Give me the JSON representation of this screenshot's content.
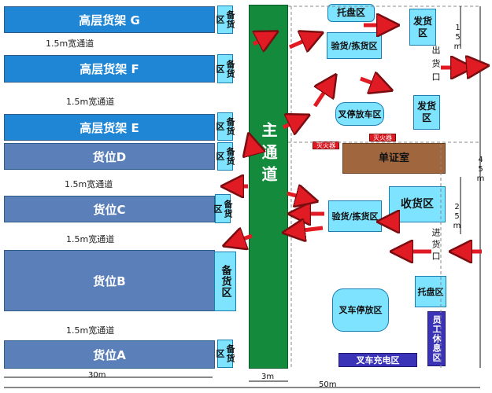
{
  "racks": {
    "g": "高层货架 G",
    "f": "高层货架 F",
    "e": "高层货架 E",
    "d": "货位D",
    "c": "货位C",
    "b": "货位B",
    "a": "货位A"
  },
  "aisles": {
    "a1": "1.5m宽通道",
    "a2": "1.5m宽通道",
    "a3": "1.5m宽通道",
    "a4": "1.5m宽通道",
    "a5": "1.5m宽通道"
  },
  "spare": "备货区",
  "main_aisle": "主通道",
  "zones": {
    "pallet_top": "托盘区",
    "ship_top": "发货区",
    "inspect_top": "验货/拣货区",
    "forklift_top": "叉停放车区",
    "ship_mid": "发货区",
    "office": "单证室",
    "receive": "收货区",
    "inspect_bottom": "验货/拣货区",
    "pallet_bottom": "托盘区",
    "forklift_bottom": "叉车停放区",
    "staff_rest": "员工休息区",
    "charging": "叉车充电区"
  },
  "extinguisher": "灭火器",
  "exit_label": "出货口",
  "entry_label": "进货口",
  "dimensions": {
    "w30": "30m",
    "w3": "3m",
    "w50": "50m",
    "h15": "15m",
    "h45": "45m",
    "h25": "25m"
  },
  "colors": {
    "high_rack": "#1f86d6",
    "low_rack": "#5b7fb8",
    "main_aisle": "#138a3c",
    "zone": "#7ee3ff",
    "office": "#a0673f",
    "charging": "#3a33b8",
    "arrow": "#e01b24"
  }
}
